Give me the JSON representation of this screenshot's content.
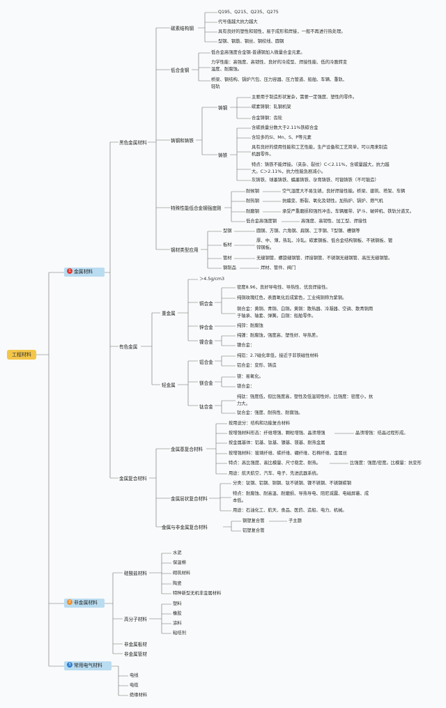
{
  "root": "工程材料",
  "main": {
    "metal": {
      "num": "1",
      "label": "金属材料",
      "color": "#e23a2e"
    },
    "nonmetal": {
      "num": "2",
      "label": "非金属材料",
      "color": "#f0902c"
    },
    "electric": {
      "num": "3",
      "label": "常用电气材料",
      "color": "#2f7fd0"
    }
  },
  "labels": {
    "ferrous": "黑色金属材料",
    "nonferrous": "有色金属",
    "composite": "金属复合材料",
    "carbon": "碳素结构钢",
    "lowalloy": "低合金钢",
    "cast": "铸钢和铸铁",
    "special": "特殊性能低合金钢强度刚",
    "steel_app": "钢材类型应用",
    "zhugang": "铸钢",
    "zhutie": "铸铁",
    "heavy": "重金属",
    "light": "轻金属",
    "tonghejin": "铜合金",
    "xinhejin": "锌合金",
    "niehejin": "镍合金",
    "lvhejin": "铝合金",
    "meihejin": "镁合金",
    "taihejin": "钛合金",
    "base_comp": "金属基复合材料",
    "layer_comp": "金属层状复合材料",
    "metal_nonmetal": "金属与非金属复合材料",
    "silicate": "硅酸盐材料",
    "polymer": "高分子材料",
    "nonmetal_board": "非金属板材",
    "nonmetal_pipe": "非金属管材"
  },
  "carbon_items": [
    "Q195、Q215、Q235、Q275",
    "代号值越大抗力越大",
    "具有良好的塑性和韧性，易于成形和焊接，一般不再进行热处理。",
    "型钢、钢筋、钢丝、钢绞线、圆钢"
  ],
  "lowalloy_items": {
    "a": "低合金高强度合金钢-普通钢加入微量合金元素。",
    "b1": "力学性能：高强度、高韧性、良好的冷成型、焊接性能、低的冷脆转变",
    "b2": "温度、耐腐蚀。",
    "c1": "桥梁、钢结构、锅炉汽包、压力容器、压力管道、船舶、车辆、重轨、",
    "c2": "轻轨"
  },
  "zhugang_items": [
    "主要用于制造形状复杂，需要一定强度、塑性的零件。",
    "碳素铸钢：轧钢机架",
    "合金铸钢：齿轮"
  ],
  "zhutie_items": {
    "a": "含碳质量分数大于2.11%铁碳合金",
    "b": "含较多的Si、Mn、S、P等元素",
    "c1": "具有良好的使用性能和工艺性能，生产设备和工艺简单，可以用来制造",
    "c2": "机器零件。",
    "d1": "特点：铸铁不能焊接。（夹杂、裂纹）C＜2.11%，含碳量越大，抗力越",
    "d2": "大。C＞2.11%，抗力性能急剧减小。",
    "e": "灰铸铁、球墨铸铁、蠕墨铸铁、孕育铸铁、可锻铸铁（不可锻造）"
  },
  "special_items": [
    {
      "name": "耐候钢",
      "desc": "空气湿度大不易生锈，良好焊接性能。桥梁、建筑、塔架、车辆"
    },
    {
      "name": "耐热钢",
      "desc": "抗蠕变、断裂、氧化及韧性。加热炉、锅炉、燃气机"
    },
    {
      "name": "耐磨钢",
      "desc": "承受严重磨损和强烈冲击，车辆履带、铲斗、破碎机、铁轨分道叉。"
    },
    {
      "name": "低合金高强度钢",
      "desc": "高强度、高韧性、加工型、焊接性"
    }
  ],
  "steel_app_items": {
    "xinggang_name": "型钢",
    "xinggang_desc": "圆钢、方钢、六角钢、扁钢、工字钢、T型钢、槽钢等",
    "banzai_name": "板材",
    "banzai_desc1": "厚、中、薄，热轧、冷轧。碳素钢板、低合金结构钢板、不锈钢板、镀",
    "banzai_desc2": "锌钢板。",
    "guancai_name": "管材",
    "guancai_desc": "无缝钢管、螺旋缝钢管、焊接钢管、不锈钢无缝钢管、高压无缝钢管。",
    "zhipin_name": "钢制品",
    "zhipin_desc": "焊材、管件、阀门"
  },
  "heavy_items": {
    "density": "＞4.5g/cm3",
    "cu1": "密度8.96，良好导电性、导热性、优良焊接性。",
    "cu2": "纯铜玫瑰红色，表面氧化后成紫色，工业纯铜称为紫铜。",
    "cu3a": "铜合金：黄铜、青铜、白铜。黄铜：散热器、冷凝器、空调、散青铜用",
    "cu3b": "于轴承、轴套、弹簧。白铜：船舶零件。",
    "zn1": "纯锌：耐腐蚀",
    "ni1": "纯镍：耐腐蚀，强度高、塑性好、导热差。",
    "ni2": "镍合金："
  },
  "light_items": {
    "al1": "纯铝：2.7磁化率低，接近于非铁磁性材料",
    "al2": "铝合金：变形、铸造",
    "mg1": "镁：易氧化。",
    "mg2": "镁合金：",
    "ti1a": "纯钛：强度低，但比强度高，塑性及低温韧性好。比强度：密度小，抗",
    "ti1b": "力大。",
    "ti2": "钛合金：强度、耐热性、耐腐蚀。"
  },
  "base_comp_items": {
    "a": "按用途分：结构和功能复合材料",
    "b": "按增强材料形态：纤维增强、颗粒增强、晶须增强",
    "b_sub": "晶须增强：结晶过程形成。",
    "c": "按金属基体：铝基、钛基、镍基、镁基、耐热金属",
    "d": "按增强材料：玻璃纤维、碳纤维、硼纤维、石棉纤维、金属丝",
    "e": "特点：高比强度、高比模量、尺寸稳定、耐热。",
    "e_sub": "比强度：强度/密度。比模量：抗变形",
    "f": "用途：航天航空、汽车、电子、先进武器系统。"
  },
  "layer_comp_items": {
    "a": "分类：钛钢、铝钢、铜钢、钛不锈钢、镍不锈钢、不锈钢碳钢",
    "b1": "特点：耐腐蚀、耐高温、耐磨损、导热导电、阻尼减震、电磁屏蔽、成",
    "b2": "本低。",
    "c": "用途：石油化工、航天、食品、医药、造船、电力、机械。"
  },
  "metal_nonmetal_items": {
    "a": "钢塑复合管",
    "a_sub": "子主题",
    "b": "铝塑复合管"
  },
  "silicate_items": [
    "水泥",
    "保温棉",
    "砌筑材料",
    "陶瓷",
    "特种新型无机非金属材料"
  ],
  "polymer_items": [
    "塑料",
    "橡胶",
    "涂料",
    "粘结剂"
  ],
  "electric_items": [
    "电线",
    "电缆",
    "绝缘材料"
  ]
}
